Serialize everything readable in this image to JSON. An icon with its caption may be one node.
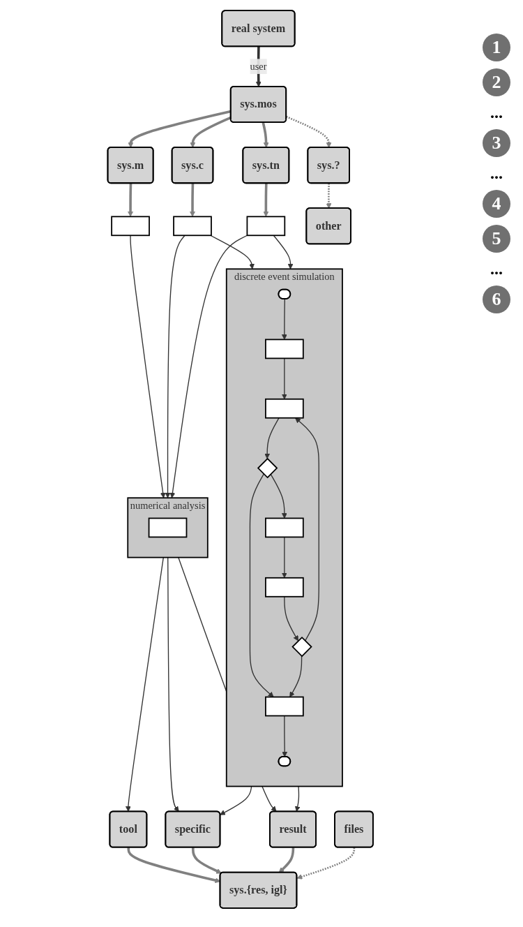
{
  "diagram": {
    "nodes": [
      {
        "text": [
          "real system"
        ]
      },
      {
        "text": [
          "sys.mos"
        ]
      },
      {
        "text": [
          "sys.m"
        ]
      },
      {
        "text": [
          "sys.c"
        ]
      },
      {
        "text": [
          "sys.tn"
        ]
      },
      {
        "text": [
          "sys.?"
        ]
      },
      {
        "text": [],
        "shape": "box"
      },
      {
        "text": [],
        "shape": "box"
      },
      {
        "text": [],
        "shape": "box"
      },
      {
        "text": [
          "other"
        ]
      },
      {
        "text": [
          "numerical analysis"
        ]
      },
      {
        "text": [],
        "shape": "box",
        "in": 10
      },
      {
        "text": [
          "discrete event simulation"
        ]
      },
      {
        "text": [],
        "shape": "ellipse",
        "in": 12
      },
      {
        "text": [],
        "shape": "box",
        "in": 12
      },
      {
        "text": [],
        "shape": "box",
        "in": 12
      },
      {
        "text": [],
        "shape": "diamond",
        "in": 12
      },
      {
        "text": [],
        "shape": "box",
        "in": 12
      },
      {
        "text": [],
        "shape": "box",
        "in": 12
      },
      {
        "text": [],
        "shape": "diamond",
        "in": 12
      },
      {
        "text": [],
        "shape": "box",
        "in": 12
      },
      {
        "text": [],
        "shape": "ellipse",
        "in": 12
      },
      {
        "text": [
          "tool"
        ]
      },
      {
        "text": [
          "specific"
        ]
      },
      {
        "text": [
          "result"
        ]
      },
      {
        "text": [
          "files"
        ]
      },
      {
        "text": [
          "sys.{res, igl}"
        ]
      }
    ],
    "edges": [
      {
        "from": 0,
        "to": 1,
        "arrow": "to",
        "label": "user",
        "style": "thick"
      },
      {
        "from": 1,
        "to": 2,
        "arrow": "to",
        "style": "thick",
        "color": "#808080"
      },
      {
        "from": 1,
        "to": 3,
        "arrow": "to",
        "style": "thick",
        "color": "#808080"
      },
      {
        "from": 1,
        "to": 4,
        "arrow": "to",
        "style": "thick",
        "color": "#808080"
      },
      {
        "from": 1,
        "to": 5,
        "arrow": "to",
        "style": "dashed",
        "color": "#808080"
      },
      {
        "from": 2,
        "to": 6,
        "arrow": "to",
        "style": "thick",
        "color": "#808080"
      },
      {
        "from": 3,
        "to": 7,
        "arrow": "to",
        "style": "thick",
        "color": "#808080"
      },
      {
        "from": 4,
        "to": 8,
        "arrow": "to",
        "style": "thick",
        "color": "#808080"
      },
      {
        "from": 5,
        "to": 9,
        "arrow": "to",
        "style": "dashed",
        "color": "#808080"
      },
      {
        "from": 6,
        "to": 10,
        "arrow": "to"
      },
      {
        "from": 7,
        "to": 10,
        "arrow": "to"
      },
      {
        "from": 7,
        "to": 12,
        "arrow": "to"
      },
      {
        "from": 8,
        "to": 10,
        "arrow": "to"
      },
      {
        "from": 8,
        "to": 12,
        "arrow": "to"
      },
      {
        "from": 13,
        "to": 14,
        "arrow": "to"
      },
      {
        "from": 14,
        "to": 15,
        "arrow": "to"
      },
      {
        "from": 15,
        "to": 16,
        "arrow": "to"
      },
      {
        "from": 16,
        "to": 17,
        "arrow": "to"
      },
      {
        "from": 16,
        "to": 20,
        "arrow": "to"
      },
      {
        "from": 17,
        "to": 18,
        "arrow": "to"
      },
      {
        "from": 18,
        "to": 19,
        "arrow": "to"
      },
      {
        "from": 19,
        "to": 20,
        "arrow": "to"
      },
      {
        "from": 19,
        "to": 15,
        "arrow": "to"
      },
      {
        "from": 20,
        "to": 21,
        "arrow": "to"
      },
      {
        "from": 10,
        "to": 22,
        "arrow": "to"
      },
      {
        "from": 10,
        "to": 23,
        "arrow": "to"
      },
      {
        "from": 10,
        "to": 24,
        "arrow": "to"
      },
      {
        "from": 12,
        "to": 23,
        "arrow": "to"
      },
      {
        "from": 12,
        "to": 24,
        "arrow": "to"
      },
      {
        "from": 22,
        "to": 26,
        "arrow": "to",
        "style": "thick",
        "color": "#808080"
      },
      {
        "from": 23,
        "to": 26,
        "arrow": "to",
        "style": "thick",
        "color": "#808080"
      },
      {
        "from": 24,
        "to": 26,
        "arrow": "to",
        "style": "thick",
        "color": "#808080"
      },
      {
        "from": 25,
        "to": 26,
        "arrow": "to",
        "style": "dashed",
        "color": "#808080"
      }
    ],
    "labels": [
      "1",
      "2",
      "...",
      "3",
      "...",
      "4",
      "5",
      "...",
      "6"
    ]
  }
}
